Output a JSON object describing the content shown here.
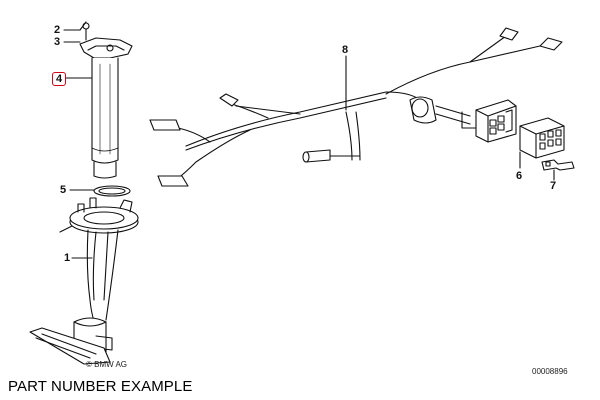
{
  "callouts": [
    {
      "id": "2",
      "label": "2",
      "highlighted": false
    },
    {
      "id": "3",
      "label": "3",
      "highlighted": false
    },
    {
      "id": "4",
      "label": "4",
      "highlighted": true
    },
    {
      "id": "5",
      "label": "5",
      "highlighted": false
    },
    {
      "id": "1",
      "label": "1",
      "highlighted": false
    },
    {
      "id": "8",
      "label": "8",
      "highlighted": false
    },
    {
      "id": "6",
      "label": "6",
      "highlighted": false
    },
    {
      "id": "7",
      "label": "7",
      "highlighted": false
    }
  ],
  "copyright": "© BMW AG",
  "reference_number": "00008896",
  "caption": "PART NUMBER EXAMPLE",
  "colors": {
    "highlight": "#d0021b",
    "line": "#111111"
  }
}
